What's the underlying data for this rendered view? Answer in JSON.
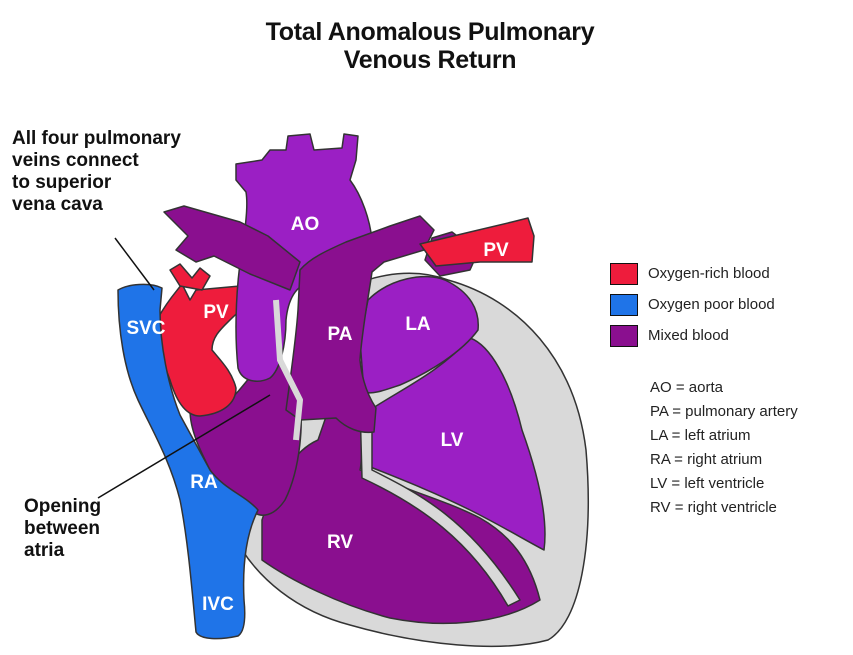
{
  "title": [
    "Total Anomalous Pulmonary",
    "Venous Return"
  ],
  "callouts": {
    "pulmonary_veins": [
      "All four pulmonary",
      "veins connect",
      "to superior",
      "vena cava"
    ],
    "opening": [
      "Opening",
      "between",
      "atria"
    ]
  },
  "labels": {
    "ao": "AO",
    "pa": "PA",
    "la": "LA",
    "lv": "LV",
    "ra": "RA",
    "rv": "RV",
    "svc": "SVC",
    "ivc": "IVC",
    "pv_left": "PV",
    "pv_right": "PV"
  },
  "legend": [
    {
      "label": "Oxygen-rich blood",
      "color": "#ee1c3c"
    },
    {
      "label": "Oxygen poor blood",
      "color": "#1f74e8"
    },
    {
      "label": "Mixed blood",
      "color": "#8a0f8f"
    }
  ],
  "abbreviations": [
    "AO = aorta",
    "PA = pulmonary artery",
    "LA = left atrium",
    "RA = right atrium",
    "LV = left ventricle",
    "RV = right ventricle"
  ],
  "colors": {
    "oxygen_rich": "#ee1c3c",
    "oxygen_poor": "#1f74e8",
    "mixed": "#8a0f8f",
    "left_heart": "#9b1fc4",
    "pericardium": "#d9d9d9"
  }
}
